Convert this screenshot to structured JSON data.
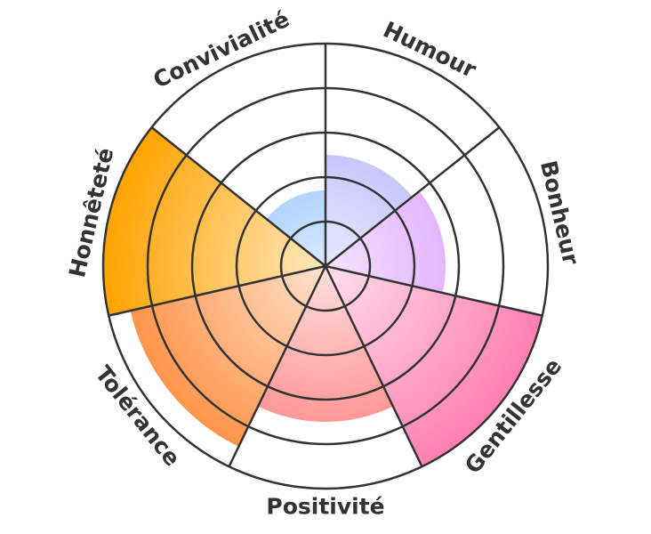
{
  "chart_data": {
    "type": "polar-area",
    "title": "",
    "scale": [
      0,
      5
    ],
    "rings": [
      1,
      2,
      3,
      4,
      5
    ],
    "categories": [
      "Humour",
      "Bonheur",
      "Gentillesse",
      "Positivité",
      "Tolérance",
      "Honnêteté",
      "Convivialité"
    ],
    "values": [
      2.5,
      2.7,
      5,
      3.5,
      4.5,
      5,
      1.7
    ],
    "colors": [
      "#a6a6ff",
      "#d58fff",
      "#ff7fb3",
      "#ff7a7a",
      "#ff8c3c",
      "#ffa300",
      "#66aaff"
    ]
  }
}
